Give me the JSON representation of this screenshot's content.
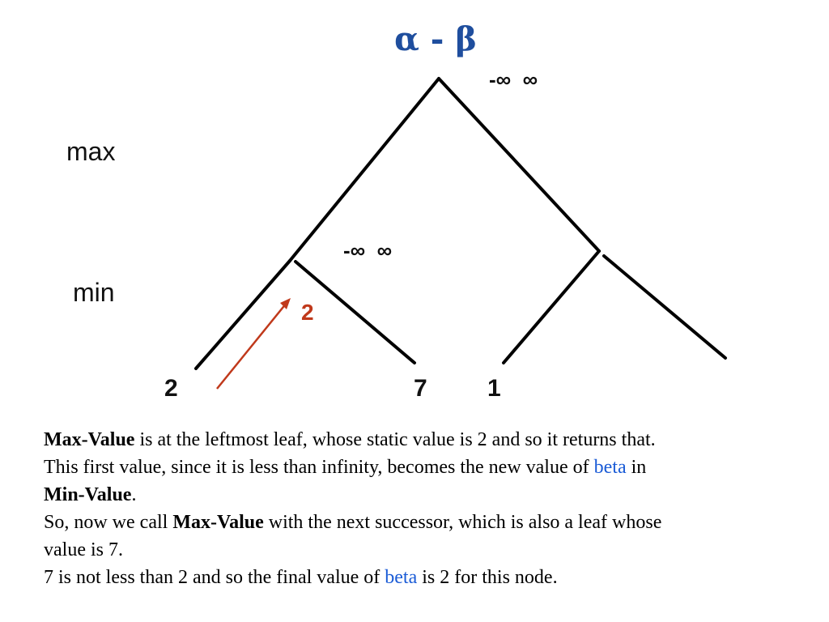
{
  "diagram": {
    "title": "α - β",
    "title_color": "#1f4e9e",
    "level_labels": {
      "max": "max",
      "min": "min"
    },
    "root_bounds": "-∞  ∞",
    "min_node_bounds": "-∞  ∞",
    "leaves": [
      "2",
      "7",
      "1"
    ],
    "returned_value": "2",
    "returned_value_color": "#c0391b"
  },
  "explanation": {
    "line1_kw": "Max-Value",
    "line1_rest": " is at the leftmost leaf, whose static value is 2 and so it returns that.",
    "line2_pre": "This first value, since it is less than infinity, becomes the new value of ",
    "line2_beta": "beta",
    "line2_post": " in",
    "line3_kw": "Min-Value",
    "line3_rest": ".",
    "line4_pre": "So, now we call ",
    "line4_kw": "Max-Value",
    "line4_post": " with the next successor, which is also a leaf whose",
    "line5": "value is 7.",
    "line6_pre": "7 is not less than 2 and so the final value of ",
    "line6_beta": "beta",
    "line6_post": " is 2 for this node.",
    "beta_color": "#1a5bd6"
  }
}
